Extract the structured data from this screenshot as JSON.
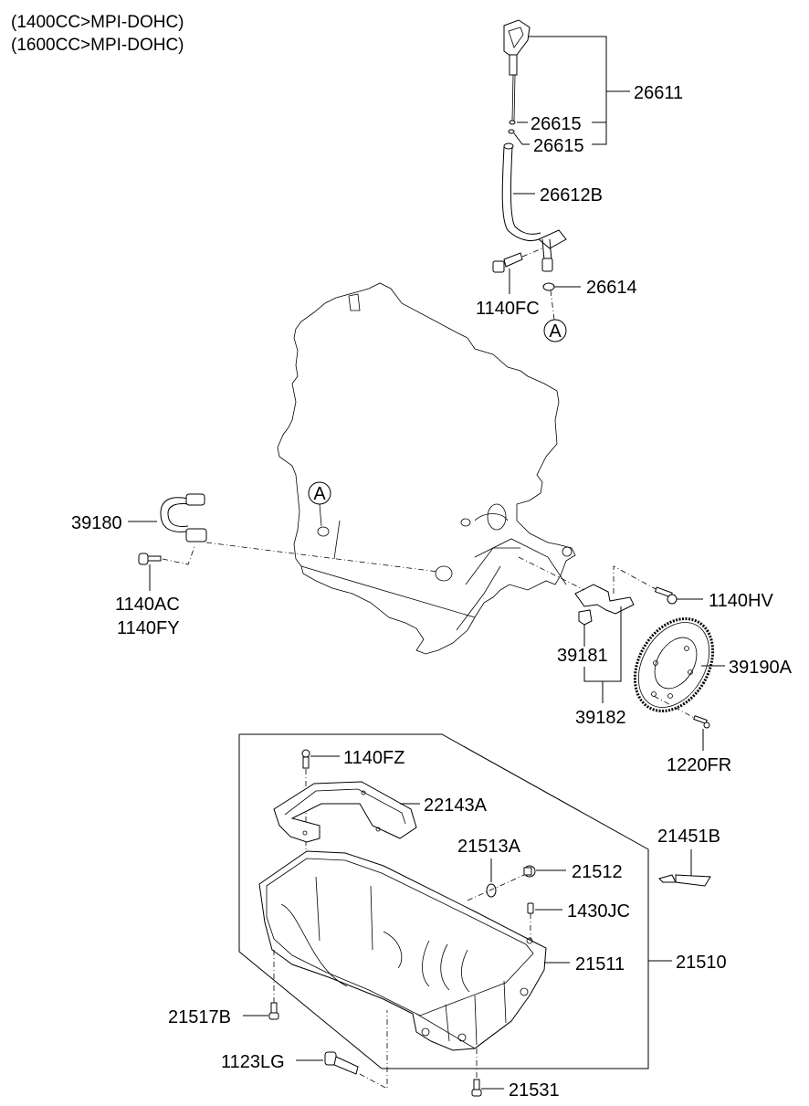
{
  "header": {
    "lines": [
      "(1400CC>MPI-DOHC)",
      "(1600CC>MPI-DOHC)"
    ]
  },
  "callouts": {
    "a_top": "A",
    "a_engine": "A"
  },
  "parts": {
    "p26611": "26611",
    "p26615_a": "26615",
    "p26615_b": "26615",
    "p26612B": "26612B",
    "p1140FC": "1140FC",
    "p26614": "26614",
    "p39180": "39180",
    "p1140AC": "1140AC",
    "p1140FY": "1140FY",
    "p1140HV": "1140HV",
    "p39181": "39181",
    "p39182": "39182",
    "p39190A": "39190A",
    "p1220FR": "1220FR",
    "p1140FZ": "1140FZ",
    "p22143A": "22143A",
    "p21513A": "21513A",
    "p21512": "21512",
    "p21451B": "21451B",
    "p1430JC": "1430JC",
    "p21511": "21511",
    "p21510": "21510",
    "p21517B": "21517B",
    "p1123LG": "1123LG",
    "p21531": "21531"
  }
}
